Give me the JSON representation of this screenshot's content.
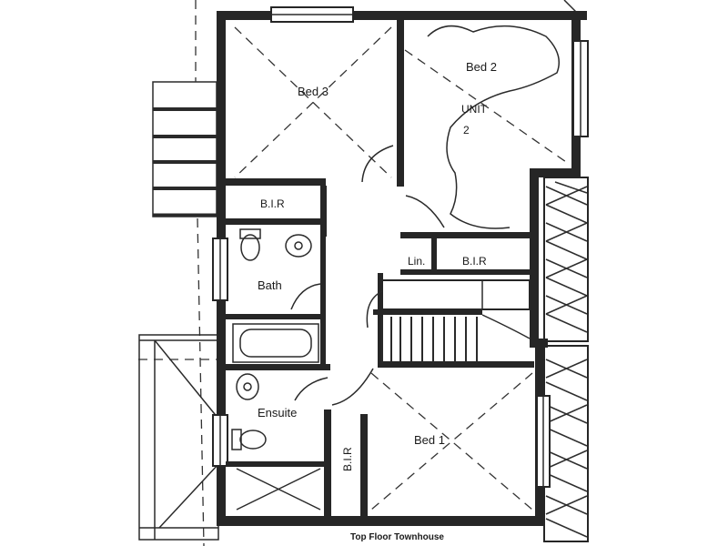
{
  "rooms": {
    "bed3": "Bed 3",
    "bed2": "Bed 2",
    "unit_line1": "UNIT",
    "unit_line2": "2",
    "bir_bed3": "B.I.R",
    "bath": "Bath",
    "lin": "Lin.",
    "bir_bed2": "B.I.R",
    "ensuite": "Ensuite",
    "bir_bed1": "B.I.R",
    "bed1": "Bed 1"
  },
  "caption": "Top Floor Townhouse",
  "colors": {
    "ink": "#262626",
    "paper": "#ffffff"
  }
}
